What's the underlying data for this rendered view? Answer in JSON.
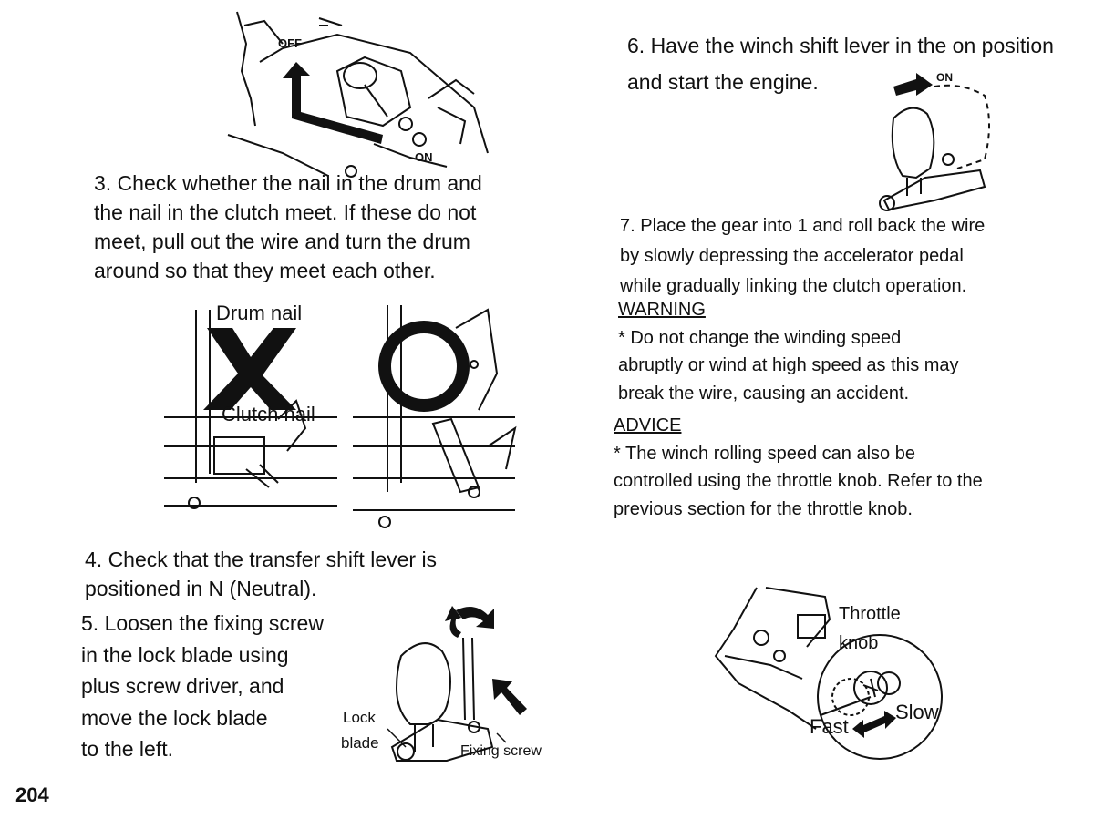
{
  "step3": {
    "lines": [
      "3. Check whether the nail in the drum and",
      "the nail in the clutch meet. If these do not",
      "meet, pull out the wire and turn the drum",
      "around so that they meet each other."
    ]
  },
  "nails_figure": {
    "drum_nail_label": "Drum nail",
    "clutch_nail_label": "Clutch nail"
  },
  "step4": {
    "lines": [
      "4. Check that the transfer shift lever is",
      "positioned in N (Neutral)."
    ]
  },
  "step5": {
    "lines": [
      "5. Loosen the fixing screw",
      "in the lock blade using",
      "plus screw driver, and",
      "move the lock blade",
      "to the left."
    ]
  },
  "lever_figure": {
    "lock_blade_label_line1": "Lock",
    "lock_blade_label_line2": "blade",
    "fixing_screw_label": "Fixing screw"
  },
  "top_left_figure": {
    "off_label": "OFF",
    "on_label": "ON"
  },
  "step6": {
    "lines": [
      "6. Have the winch shift lever in the on position",
      "and start the engine."
    ]
  },
  "shift_figure": {
    "on_label": "ON"
  },
  "step7": {
    "lines": [
      "7. Place the gear into 1 and roll back the wire",
      "by slowly depressing the accelerator pedal",
      "while gradually linking the clutch operation."
    ]
  },
  "warning": {
    "heading": "WARNING",
    "lines": [
      "* Do not change the winding speed",
      "abruptly or wind at high speed as this may",
      "break the wire, causing an accident."
    ]
  },
  "advice": {
    "heading": "ADVICE",
    "lines": [
      "* The winch rolling speed can also be",
      "controlled using the throttle knob. Refer to the",
      "previous section for the throttle knob."
    ]
  },
  "throttle_figure": {
    "label_line1": "Throttle",
    "label_line2": "knob",
    "fast_label": "Fast",
    "slow_label": "Slow"
  },
  "page_number": "204"
}
